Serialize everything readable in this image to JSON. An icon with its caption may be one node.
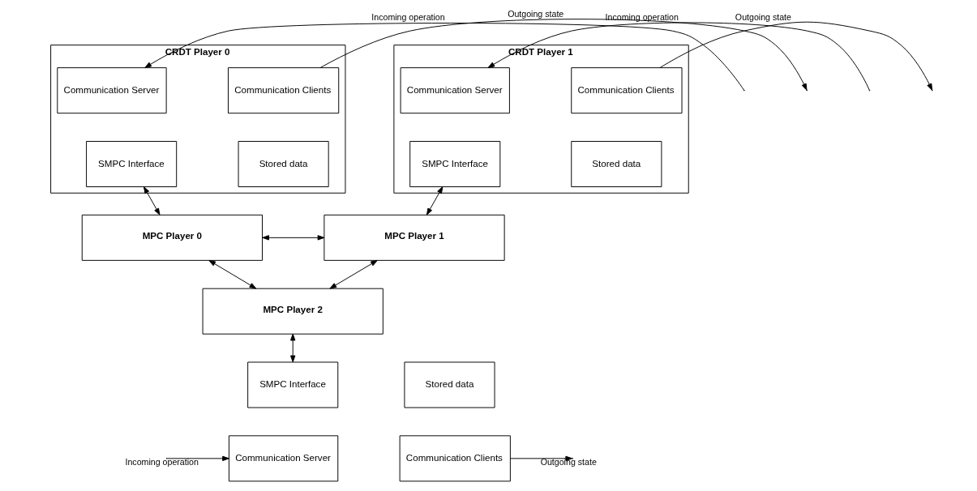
{
  "diagram": {
    "nodes": [
      {
        "text": [
          "CRDT Player 0"
        ]
      },
      {
        "text": [
          "Communication Server"
        ],
        "in": 0
      },
      {
        "text": [
          "Communication Clients"
        ],
        "in": 0
      },
      {
        "text": [
          "SMPC Interface"
        ],
        "in": 0
      },
      {
        "text": [
          "Stored data"
        ],
        "in": 0
      },
      {
        "text": [
          "CRDT Player 1"
        ]
      },
      {
        "text": [
          "Communication Server"
        ],
        "in": 5
      },
      {
        "text": [
          "Communication Clients"
        ],
        "in": 5
      },
      {
        "text": [
          "SMPC Interface"
        ],
        "in": 5
      },
      {
        "text": [
          "Stored data"
        ],
        "in": 5
      },
      {
        "text": [
          "MPC Player 0"
        ]
      },
      {
        "text": [
          "MPC Player 1"
        ]
      },
      {
        "text": [
          "MPC Player 2"
        ]
      },
      {
        "text": [
          "SMPC Interface"
        ]
      },
      {
        "text": [
          "Stored data"
        ]
      },
      {
        "text": [
          "Communication Server"
        ]
      },
      {
        "text": [
          "Communication Clients"
        ]
      }
    ],
    "edges": [
      {
        "from": null,
        "to": 1,
        "arrow": "to",
        "label": "Incoming operation"
      },
      {
        "from": 2,
        "to": null,
        "arrow": "to",
        "label": "Outgoing state"
      },
      {
        "from": null,
        "to": 6,
        "arrow": "to",
        "label": "Incoming operation"
      },
      {
        "from": 7,
        "to": null,
        "arrow": "to",
        "label": "Outgoing state"
      },
      {
        "from": 3,
        "to": 10,
        "arrow": "both"
      },
      {
        "from": 8,
        "to": 11,
        "arrow": "both"
      },
      {
        "from": 10,
        "to": 11,
        "arrow": "both"
      },
      {
        "from": 10,
        "to": 12,
        "arrow": "both"
      },
      {
        "from": 11,
        "to": 12,
        "arrow": "both"
      },
      {
        "from": 12,
        "to": 13,
        "arrow": "both"
      },
      {
        "from": null,
        "to": 15,
        "arrow": "to",
        "label": "Incoming operation"
      },
      {
        "from": 16,
        "to": null,
        "arrow": "to",
        "label": "Outgoing state"
      }
    ]
  }
}
